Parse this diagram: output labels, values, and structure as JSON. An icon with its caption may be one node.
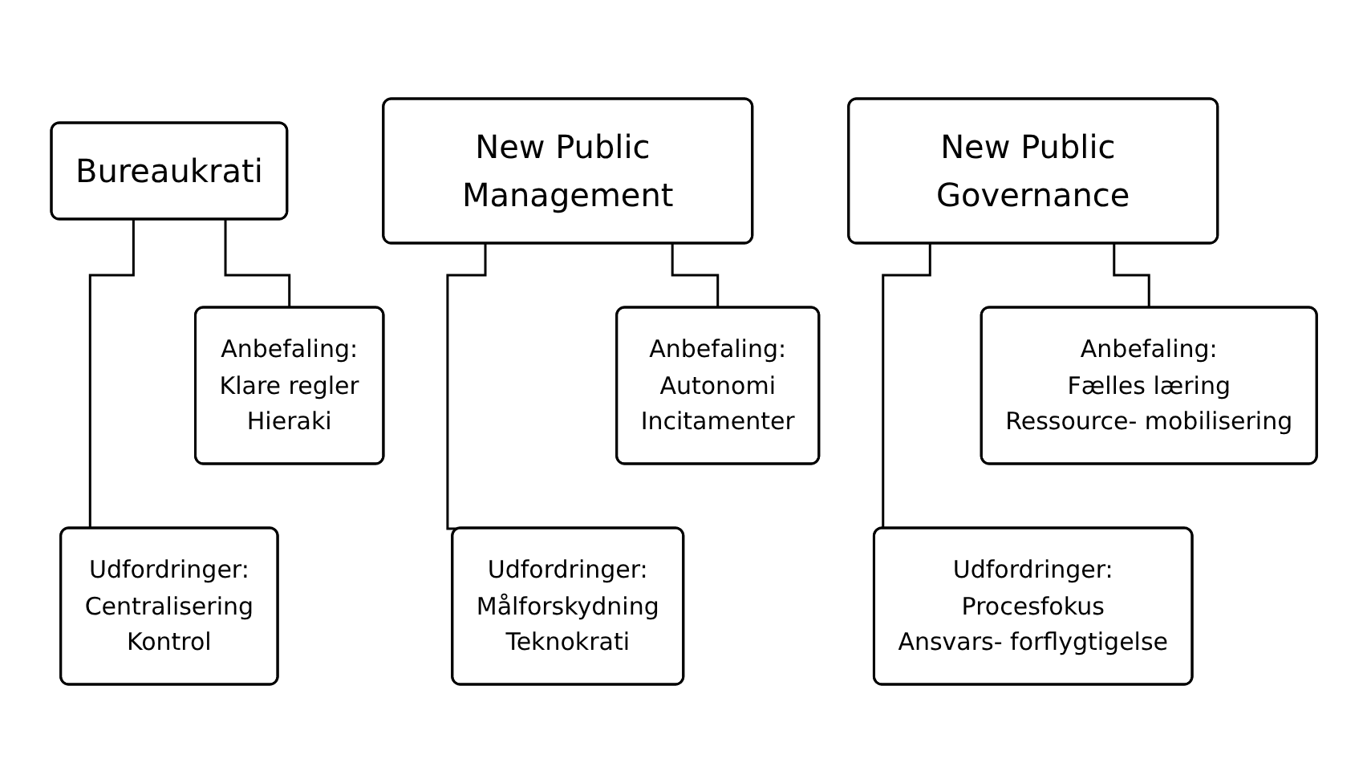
{
  "diagram": {
    "nodes": [
      {
        "text": [
          "Bureaukrati"
        ]
      },
      {
        "text": [
          "Anbefaling:",
          "Klare regler",
          "Hieraki"
        ]
      },
      {
        "text": [
          "Udfordringer:",
          "Centralisering",
          "Kontrol"
        ]
      },
      {
        "text": [
          "New Public Management"
        ]
      },
      {
        "text": [
          "Anbefaling:",
          "Autonomi",
          "Incitamenter"
        ]
      },
      {
        "text": [
          "Udfordringer:",
          "Målforskydning",
          "Teknokrati"
        ]
      },
      {
        "text": [
          "New Public Governance"
        ]
      },
      {
        "text": [
          "Anbefaling:",
          "Fælles læring",
          "Ressource- mobilisering"
        ]
      },
      {
        "text": [
          "Udfordringer:",
          "Procesfokus",
          "Ansvars- forflygtigelse"
        ]
      }
    ],
    "edges": [
      {
        "from": 0,
        "to": 1,
        "arrow": "none"
      },
      {
        "from": 0,
        "to": 2,
        "arrow": "none"
      },
      {
        "from": 3,
        "to": 4,
        "arrow": "none"
      },
      {
        "from": 3,
        "to": 5,
        "arrow": "none"
      },
      {
        "from": 6,
        "to": 7,
        "arrow": "none"
      },
      {
        "from": 6,
        "to": 8,
        "arrow": "none"
      }
    ]
  }
}
